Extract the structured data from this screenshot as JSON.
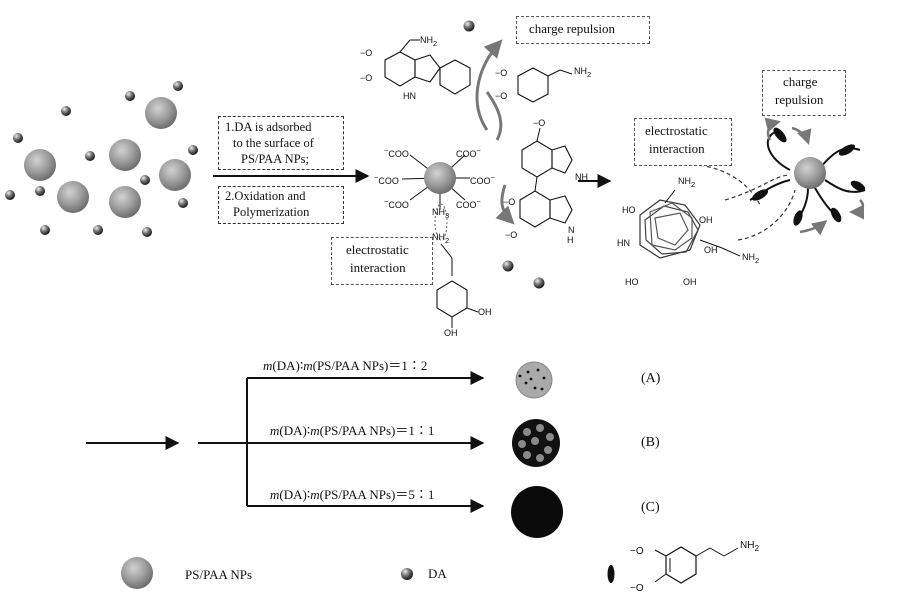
{
  "steps": {
    "step1_lines": [
      "1.DA is adsorbed",
      "to the surface of",
      "PS/PAA NPs;"
    ],
    "step2_lines": [
      "2.Oxidation and",
      "Polymerization"
    ]
  },
  "labels": {
    "charge_repulsion_top": "charge repulsion",
    "electrostatic_left": [
      "electrostatic",
      "interaction"
    ],
    "electrostatic_right": [
      "electrostatic",
      "interaction"
    ],
    "charge_repulsion_right": [
      "charge",
      "repulsion"
    ]
  },
  "chem": {
    "coo": "COO",
    "neg": "−",
    "nh3": "NH",
    "nh2": "NH",
    "sub2": "2",
    "sub3": "3",
    "oh": "OH",
    "ho": "HO",
    "o_minus": "−O",
    "hn": "HN",
    "nh": "NH",
    "h": "H",
    "n": "N"
  },
  "ratios": [
    {
      "prefix": "m",
      "mid": "(DA)∶",
      "prefix2": "m",
      "rest": "(PS/PAA NPs)＝1∶2",
      "tag": "(A)"
    },
    {
      "prefix": "m",
      "mid": "(DA)∶",
      "prefix2": "m",
      "rest": "(PS/PAA NPs)＝1∶1",
      "tag": "(B)"
    },
    {
      "prefix": "m",
      "mid": "(DA)∶",
      "prefix2": "m",
      "rest": "(PS/PAA NPs)＝5∶1",
      "tag": "(C)"
    }
  ],
  "legend": {
    "nps": "PS/PAA NPs",
    "da": "DA"
  },
  "colors": {
    "np_gray": "#8f8f8f",
    "np_light": "#c9c9c9",
    "dark": "#111111",
    "arrow_gray": "#707070"
  }
}
